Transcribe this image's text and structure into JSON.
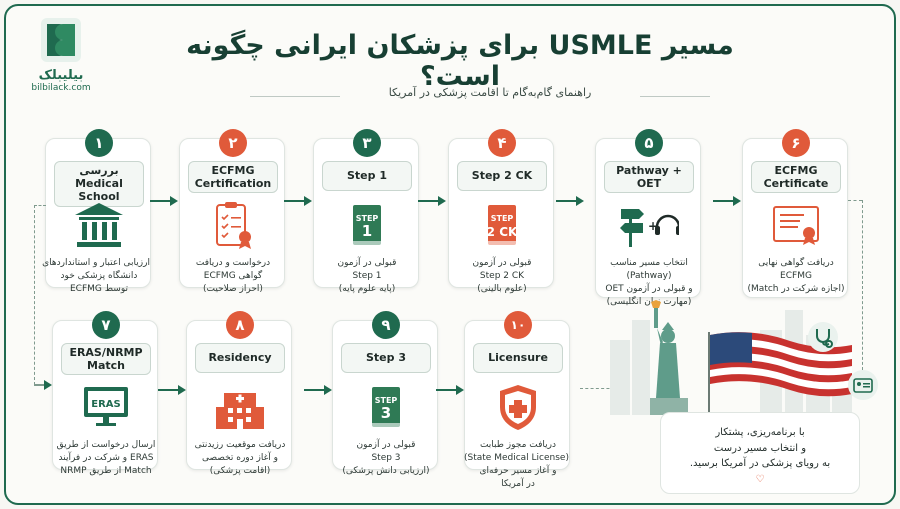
{
  "brand": {
    "name_fa": "بیلیبلک",
    "url": "bilbilack.com"
  },
  "header": {
    "title": "مسیر USMLE برای پزشکان ایرانی چگونه است؟",
    "subtitle": "راهنمای گام‌به‌گام تا اقامت پزشکی در آمریکا"
  },
  "steps": [
    {
      "num": "۱",
      "label": [
        "بررسی",
        "Medical School"
      ],
      "icon": "university-building-icon",
      "desc": [
        "ارزیابی اعتبار و استانداردهای",
        "دانشگاه پزشکی خود",
        "توسط ECFMG"
      ]
    },
    {
      "num": "۲",
      "label": [
        "ECFMG",
        "Certification"
      ],
      "icon": "certificate-clipboard-icon",
      "desc": [
        "درخواست و دریافت",
        "گواهی ECFMG",
        "(احراز صلاحیت)"
      ]
    },
    {
      "num": "۳",
      "label": [
        "Step 1"
      ],
      "icon": "book-step1-icon",
      "book_top": "STEP",
      "book_bottom": "1",
      "desc": [
        "قبولی در آزمون",
        "Step 1",
        "(پایه علوم پایه)"
      ]
    },
    {
      "num": "۴",
      "label": [
        "Step 2 CK"
      ],
      "icon": "book-step2ck-icon",
      "book_top": "STEP",
      "book_bottom": "2 CK",
      "desc": [
        "قبولی در آزمون",
        "Step 2 CK",
        "(علوم بالینی)"
      ]
    },
    {
      "num": "۵",
      "label": [
        "Pathway + OET"
      ],
      "icon": "signpost-headset-icon",
      "desc": [
        "انتخاب مسیر مناسب",
        "(Pathway)",
        "و قبولی در آزمون OET",
        "(مهارت زبان انگلیسی)"
      ]
    },
    {
      "num": "۶",
      "label": [
        "ECFMG",
        "Certificate"
      ],
      "icon": "diploma-certificate-icon",
      "desc": [
        "دریافت گواهی نهایی",
        "ECFMG",
        "(اجازه شرکت در Match)"
      ]
    },
    {
      "num": "۷",
      "label": [
        "ERAS/NRMP",
        "Match"
      ],
      "icon": "eras-monitor-icon",
      "monitor_text": "ERAS",
      "desc": [
        "ارسال درخواست از طریق",
        "ERAS و شرکت در فرآیند",
        "Match از طریق NRMP"
      ]
    },
    {
      "num": "۸",
      "label": [
        "Residency"
      ],
      "icon": "hospital-building-icon",
      "desc": [
        "دریافت موقعیت رزیدنتی",
        "و آغاز دوره تخصصی",
        "(اقامت پزشکی)"
      ]
    },
    {
      "num": "۹",
      "label": [
        "Step 3"
      ],
      "icon": "book-step3-icon",
      "book_top": "STEP",
      "book_bottom": "3",
      "desc": [
        "قبولی در آزمون",
        "Step 3",
        "(ارزیابی دانش پزشکی)"
      ]
    },
    {
      "num": "۱۰",
      "label": [
        "Licensure"
      ],
      "icon": "medical-shield-icon",
      "desc": [
        "دریافت مجوز طبابت",
        "(State Medical License)",
        "و آغاز مسیر حرفه‌ای",
        "در آمریکا"
      ]
    }
  ],
  "final_message": [
    "با برنامه‌ریزی، پشتکار",
    "و انتخاب مسیر درست",
    "به رویای پزشکی در آمریکا برسید."
  ],
  "colors": {
    "primary": "#1f6a4f",
    "accent": "#e05a3a",
    "book_green": "#2f7a55",
    "book_red": "#e05a3a"
  }
}
